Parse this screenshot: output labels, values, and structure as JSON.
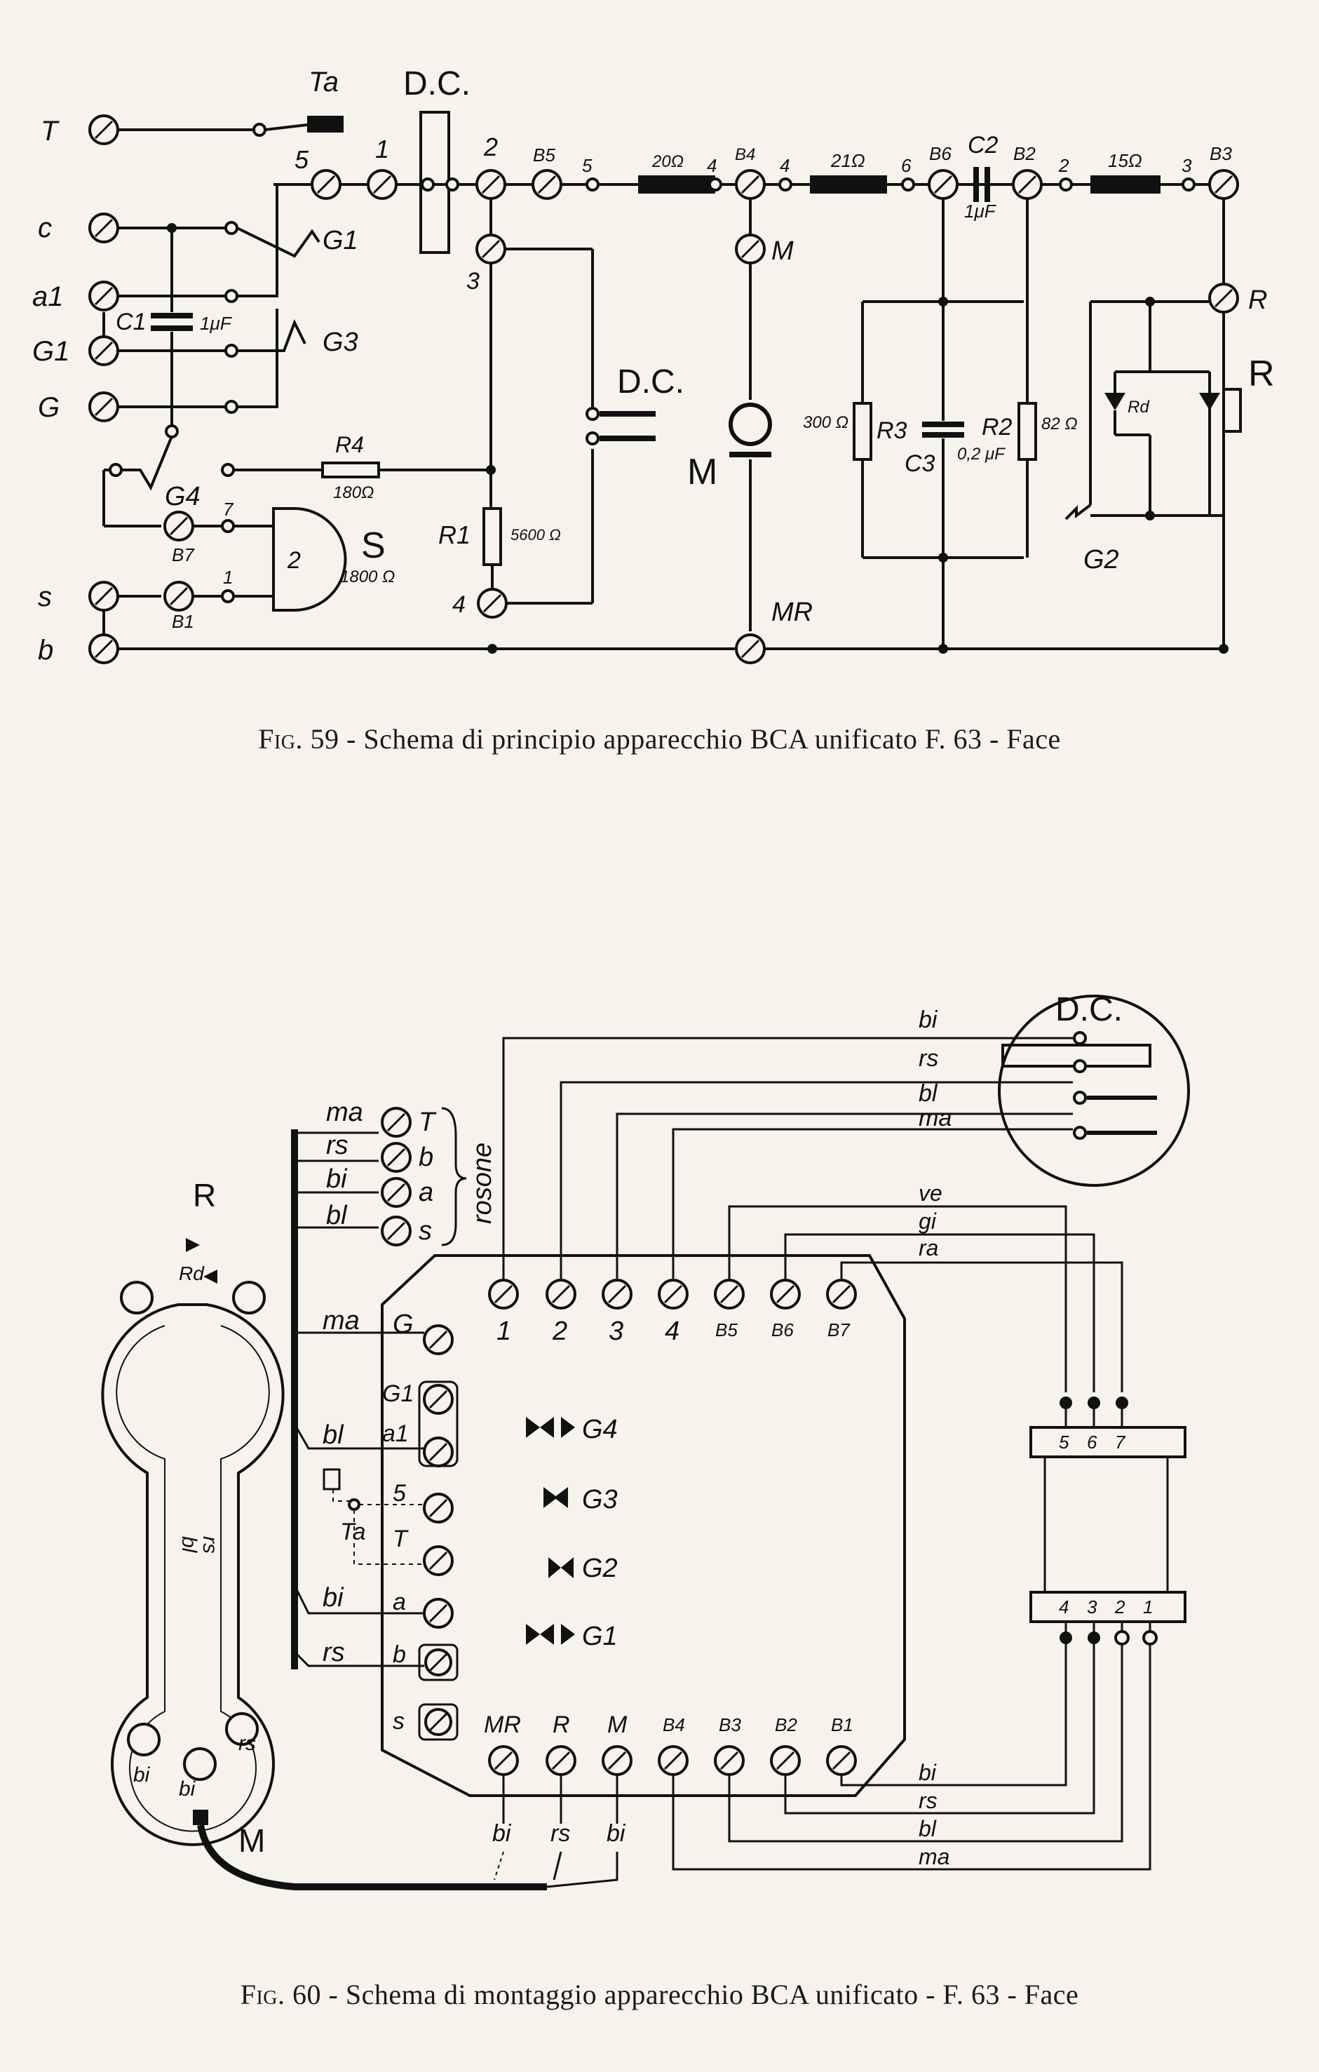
{
  "figure59": {
    "caption_prefix": "Fig.",
    "caption_rest": "59 - Schema di principio apparecchio BCA unificato F. 63 - Face",
    "terminals_left": [
      "T",
      "c",
      "a1",
      "G1",
      "G",
      "s",
      "b"
    ],
    "labels": {
      "Ta": "Ta",
      "DC_top": "D.C.",
      "DC_mid": "D.C.",
      "G1": "G1",
      "G3": "G3",
      "G4": "G4",
      "G2": "G2",
      "C1": "C1",
      "C1_val": "1μF",
      "R4": "R4",
      "R4_val": "180Ω",
      "R1": "R1",
      "R1_val": "5600 Ω",
      "S": "S",
      "S_val": "1800 Ω",
      "S_num": "2",
      "M": "M",
      "M_term": "M",
      "MR": "MR",
      "R3": "R3",
      "R3_val": "300 Ω",
      "C3": "C3",
      "C3_val": "0,2 μF",
      "R2": "R2",
      "R2_val": "82 Ω",
      "Rd": "Rd",
      "R_term": "R",
      "R_coil": "R",
      "C2": "C2",
      "C2_val": "1μF",
      "res_20": "20Ω",
      "res_21": "21Ω",
      "res_15": "15Ω",
      "B5": "B5",
      "B6": "B6",
      "B2": "B2",
      "B3": "B3",
      "B4": "B4",
      "B7": "B7",
      "B1": "B1",
      "n1": "1",
      "n2": "2",
      "n3": "3",
      "n4": "4",
      "n5": "5",
      "n6": "6",
      "n7": "7"
    }
  },
  "figure60": {
    "caption_prefix": "Fig.",
    "caption_rest": "60 - Schema di montaggio apparecchio BCA unificato - F. 63 - Face",
    "dc_label": "D.C.",
    "rosone": "rosone",
    "rosone_wires": [
      {
        "color": "ma",
        "term": "T"
      },
      {
        "color": "rs",
        "term": "b"
      },
      {
        "color": "bi",
        "term": "a"
      },
      {
        "color": "bl",
        "term": "s"
      }
    ],
    "dc_wires": [
      "bi",
      "rs",
      "bl",
      "ma"
    ],
    "top_terminals": [
      "1",
      "2",
      "3",
      "4",
      "B5",
      "B6",
      "B7"
    ],
    "right_wires": [
      "ve",
      "gi",
      "ra"
    ],
    "left_terminals": [
      "G",
      "G1",
      "a1",
      "5",
      "T",
      "a",
      "b",
      "s"
    ],
    "left_wire_labels": [
      "ma",
      "bl",
      "bi",
      "rs"
    ],
    "ta_label": "Ta",
    "switches": [
      "G4",
      "G3",
      "G2",
      "G1"
    ],
    "bottom_terminals": [
      "MR",
      "R",
      "M",
      "B4",
      "B3",
      "B2",
      "B1"
    ],
    "bottom_wires": [
      "bi",
      "rs",
      "bi"
    ],
    "bottom_right_wires": [
      "bi",
      "rs",
      "bl",
      "ma"
    ],
    "connector_top": [
      "5",
      "6",
      "7"
    ],
    "connector_bottom": [
      "4",
      "3",
      "2",
      "1"
    ],
    "handset_R": "R",
    "handset_M": "M",
    "handset_Rd": "Rd",
    "handset_cord": [
      "bl",
      "rs"
    ],
    "handset_bottom": [
      "bi",
      "bi",
      "rs"
    ]
  }
}
